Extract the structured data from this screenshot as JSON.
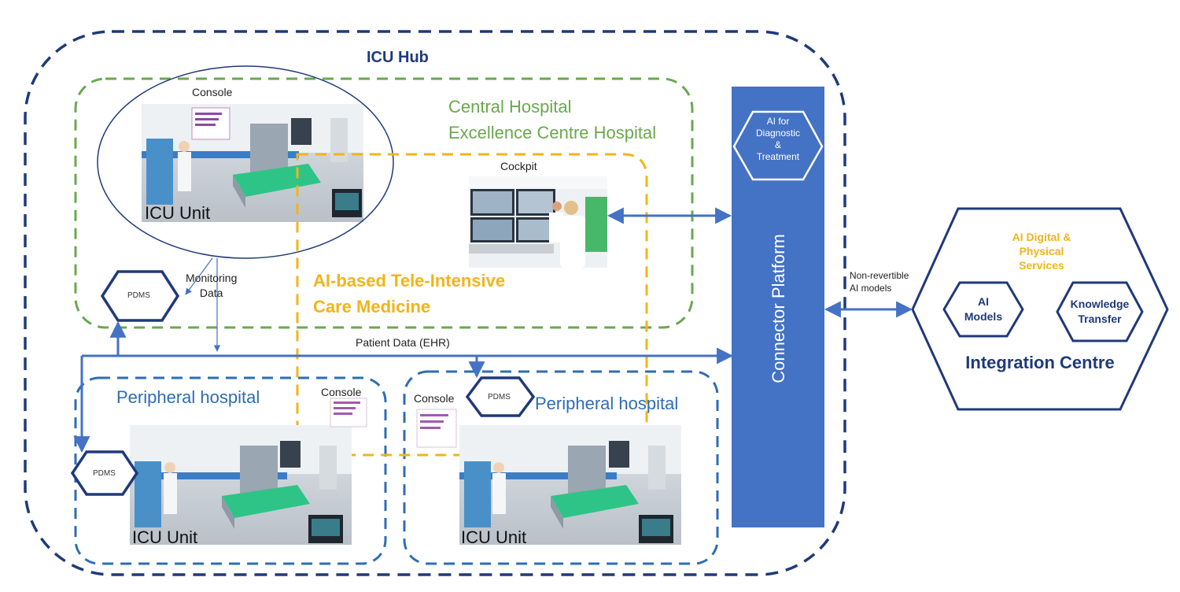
{
  "icu_hub": {
    "title": "ICU Hub"
  },
  "central_hospital": {
    "line1": "Central Hospital",
    "line2": "Excellence Centre Hospital"
  },
  "central_icu": {
    "console_label": "Console",
    "unit_label": "ICU Unit"
  },
  "tele_icu": {
    "line1": "AI-based Tele-Intensive",
    "line2": "Care Medicine"
  },
  "cockpit": {
    "label": "Cockpit"
  },
  "monitoring": {
    "line1": "Monitoring",
    "line2": "Data"
  },
  "pdms_label": "PDMS",
  "patient_data": "Patient Data (EHR)",
  "connector": {
    "title": "Connector Platform",
    "ai_line1": "AI for",
    "ai_line2": "Diagnostic",
    "ai_line3": "&",
    "ai_line4": "Treatment"
  },
  "non_revertible": {
    "line1": "Non-revertible",
    "line2": "AI models"
  },
  "integration": {
    "title": "Integration Centre",
    "services_line1": "AI Digital &",
    "services_line2": "Physical",
    "services_line3": "Services",
    "models_line1": "AI",
    "models_line2": "Models",
    "knowledge_line1": "Knowledge",
    "knowledge_line2": "Transfer"
  },
  "peripheral_left": {
    "label": "Peripheral hospital",
    "console_label": "Console",
    "unit_label": "ICU Unit"
  },
  "peripheral_right": {
    "label": "Peripheral hospital",
    "console_label": "Console",
    "unit_label": "ICU Unit"
  },
  "colors": {
    "navy": "#1f3a7a",
    "blue": "#2e6db4",
    "green": "#6aa84f",
    "orange": "#f1b41b",
    "connector": "#4472c4",
    "arrow": "#4472c4"
  }
}
